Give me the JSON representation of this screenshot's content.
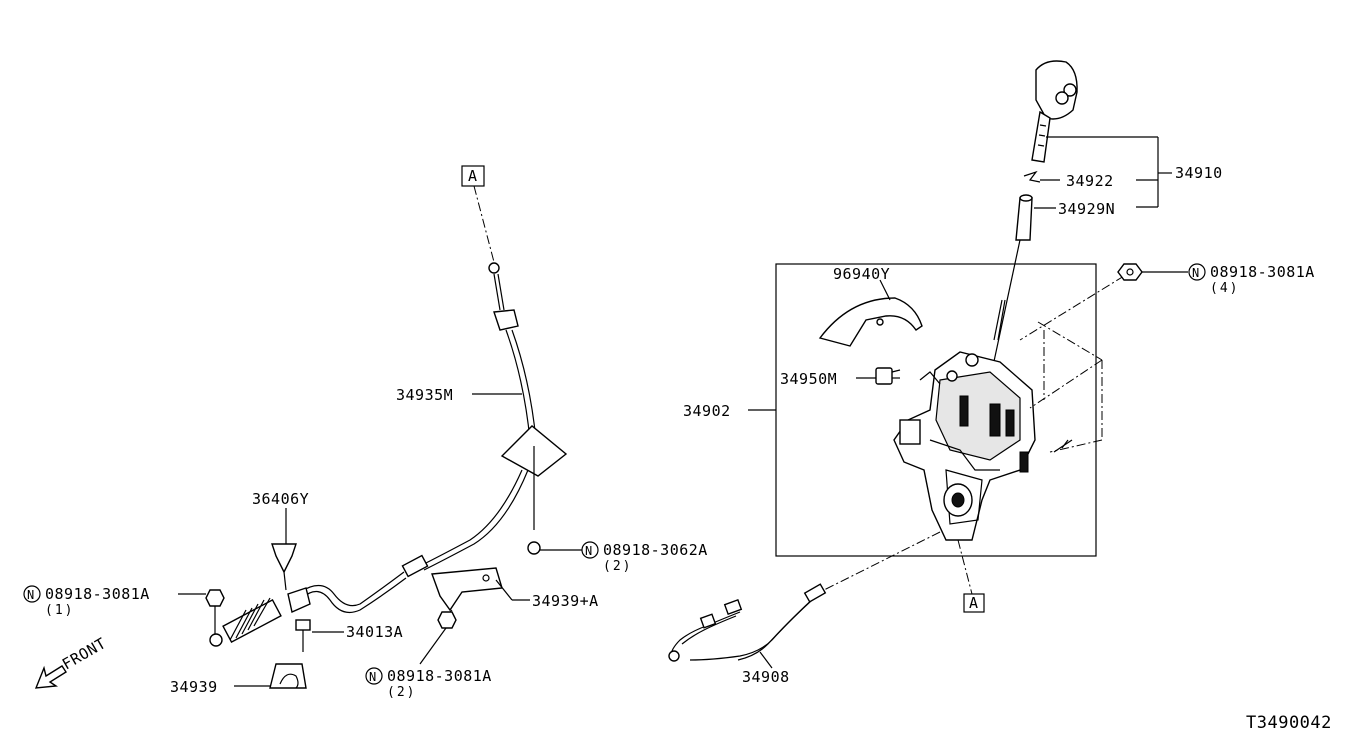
{
  "diagram_id": "T3490042",
  "front_label": "FRONT",
  "reference_marks": {
    "top": "A",
    "bottom": "A"
  },
  "callouts": {
    "p34910": "34910",
    "p34922": "34922",
    "p34929N": "34929N",
    "p96940Y": "96940Y",
    "p34950M": "34950M",
    "p34902": "34902",
    "p34935M": "34935M",
    "p36406Y": "36406Y",
    "p34939A": "34939+A",
    "p34013A": "34013A",
    "p34939": "34939",
    "p34908": "34908"
  },
  "fasteners": {
    "n3081_right": {
      "number": "08918-3081A",
      "qty": "(4)"
    },
    "n3062": {
      "number": "08918-3062A",
      "qty": "(2)"
    },
    "n3081_left": {
      "number": "08918-3081A",
      "qty": "(1)"
    },
    "n3081_bottom": {
      "number": "08918-3081A",
      "qty": "(2)"
    }
  },
  "n_symbol": "N"
}
